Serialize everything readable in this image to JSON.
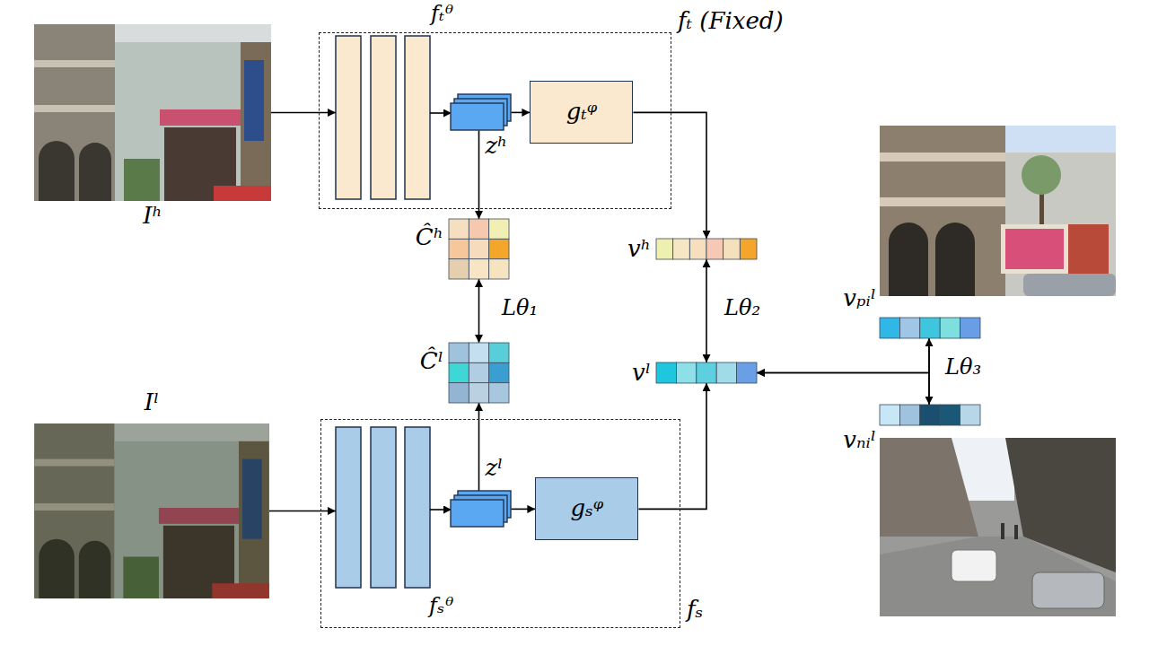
{
  "diagram": {
    "nodes": [
      {
        "text": [
          "Iʰ"
        ]
      },
      {
        "text": [
          "fₜ (Fixed)"
        ]
      },
      {
        "text": [
          "zʰ"
        ],
        "in": 1
      },
      {
        "text": [
          "gₜᵠ"
        ],
        "in": 1
      },
      {
        "text": [
          "Ĉʰ"
        ]
      },
      {
        "text": [
          "Ĉˡ"
        ]
      },
      {
        "text": [
          "vʰ"
        ]
      },
      {
        "text": [
          "vˡ"
        ]
      },
      {
        "text": [
          "vₚᵢˡ"
        ]
      },
      {
        "text": [
          "vₙᵢˡ"
        ]
      },
      {
        "text": [
          "Iˡ"
        ]
      },
      {
        "text": [
          "fₛ"
        ]
      },
      {
        "text": [
          "zˡ"
        ],
        "in": 11
      },
      {
        "text": [
          "gₛᵠ"
        ],
        "in": 11
      }
    ],
    "edges": [
      {
        "from": 0,
        "to": 1,
        "arrow": "to"
      },
      {
        "from": 2,
        "to": 3,
        "arrow": "to"
      },
      {
        "from": 2,
        "to": 4,
        "arrow": "to"
      },
      {
        "from": 3,
        "to": 6,
        "arrow": "to"
      },
      {
        "from": 4,
        "to": 5,
        "arrow": "both",
        "label": "Lθ₁"
      },
      {
        "from": 6,
        "to": 7,
        "arrow": "both",
        "label": "Lθ₂"
      },
      {
        "from": 8,
        "to": 9,
        "arrow": "both",
        "label": "Lθ₃"
      },
      {
        "from": 8,
        "to": 7,
        "arrow": "to"
      },
      {
        "from": 9,
        "to": 7,
        "arrow": "to"
      },
      {
        "from": 10,
        "to": 11,
        "arrow": "to"
      },
      {
        "from": 12,
        "to": 5,
        "arrow": "to"
      },
      {
        "from": 12,
        "to": 13,
        "arrow": "to"
      },
      {
        "from": 13,
        "to": 7,
        "arrow": "to"
      }
    ],
    "labels": [
      "fₜᶿ",
      "fₛᶿ"
    ]
  }
}
